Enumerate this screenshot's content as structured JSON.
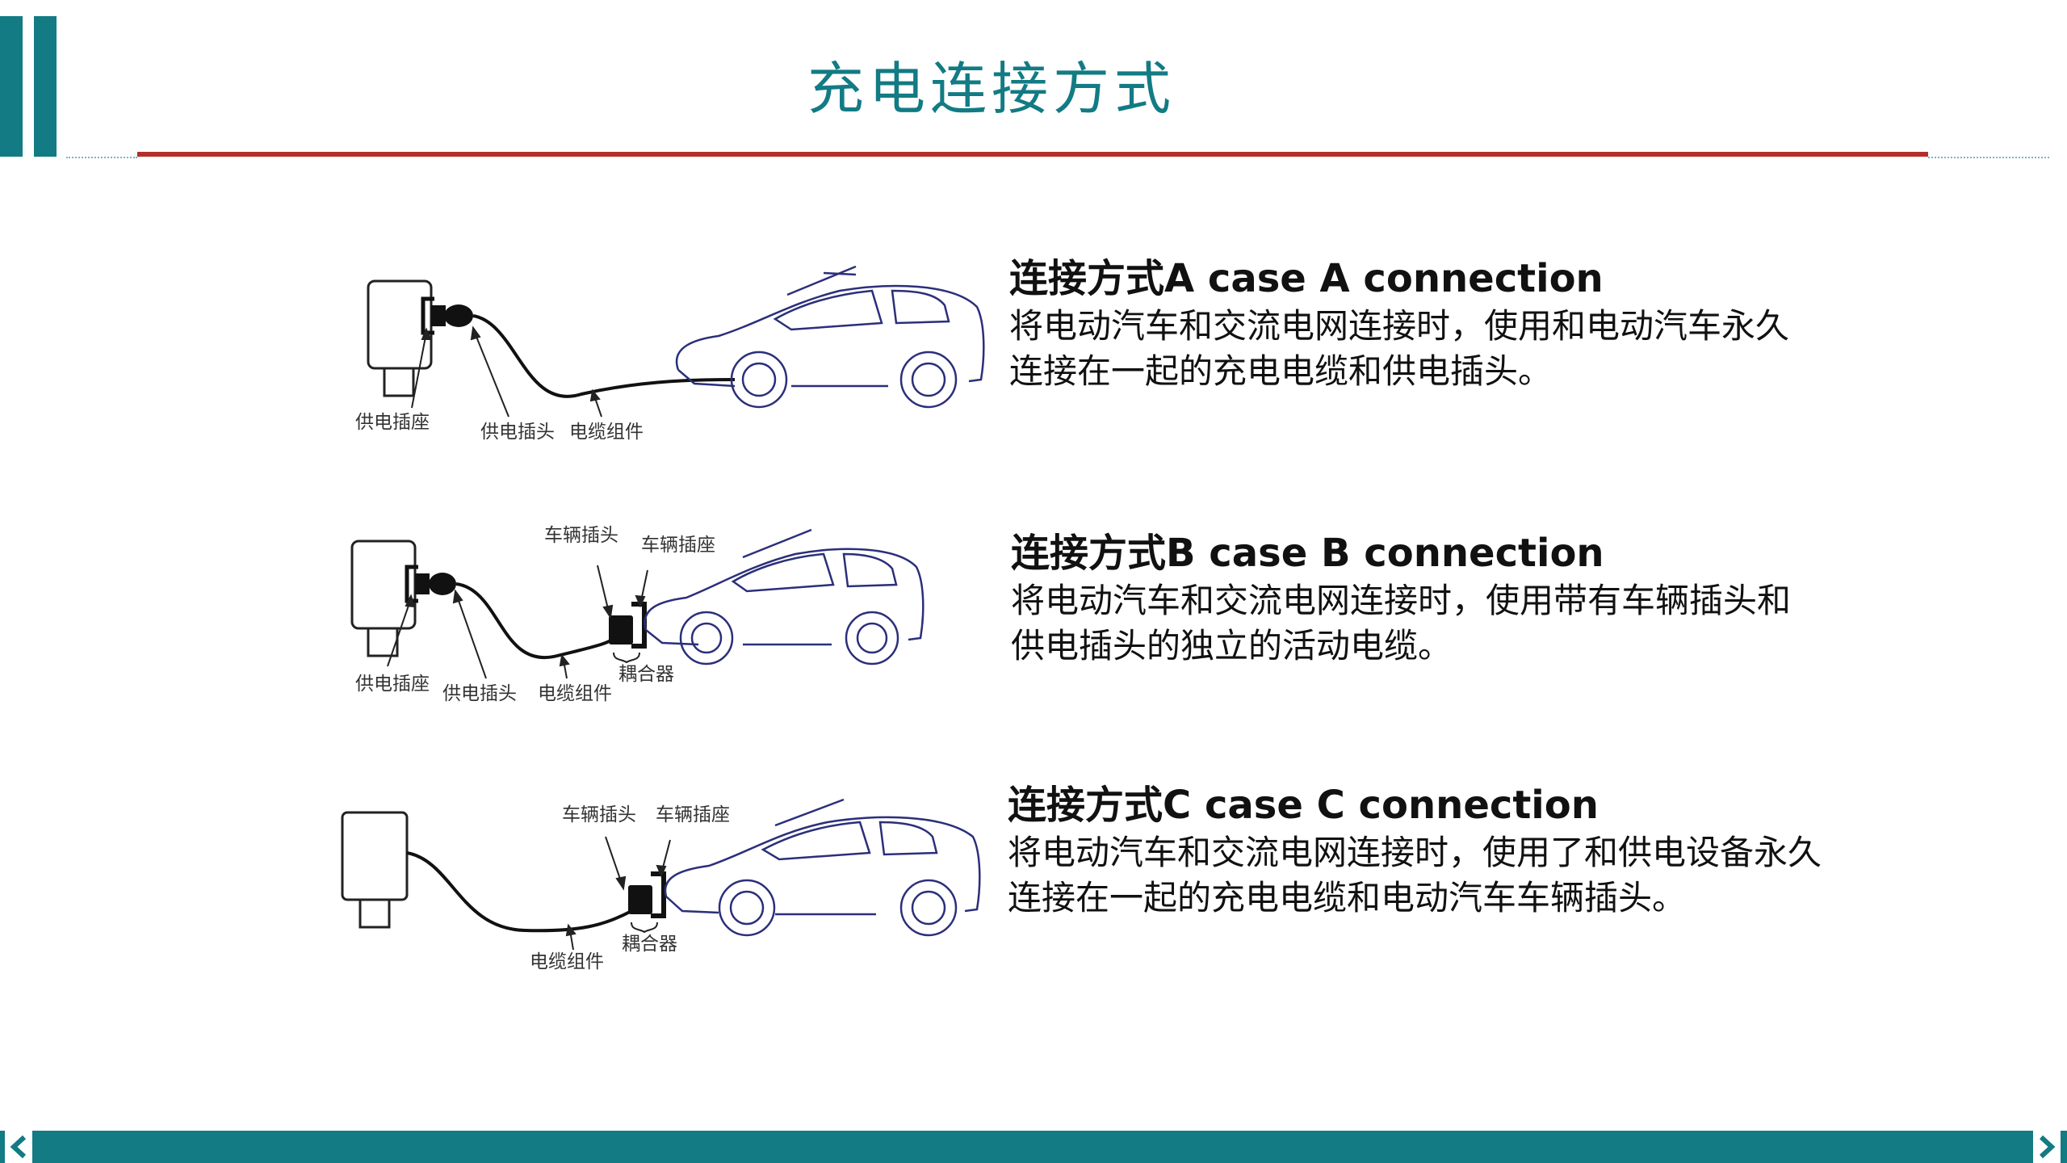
{
  "page": {
    "title": "充电连接方式"
  },
  "cases": [
    {
      "title": "连接方式A case A connection",
      "desc": "将电动汽车和交流电网连接时，使用和电动汽车永久连接在一起的充电电缆和供电插头。",
      "labels": {
        "socket": "供电插座",
        "plug": "供电插头",
        "cable": "电缆组件"
      }
    },
    {
      "title": "连接方式B case B connection",
      "desc": "将电动汽车和交流电网连接时，使用带有车辆插头和供电插头的独立的活动电缆。",
      "labels": {
        "socket": "供电插座",
        "plug": "供电插头",
        "cable": "电缆组件",
        "vehicle_plug": "车辆插头",
        "vehicle_inlet": "车辆插座",
        "coupler": "耦合器"
      }
    },
    {
      "title": "连接方式C case C connection",
      "desc": "将电动汽车和交流电网连接时，使用了和供电设备永久连接在一起的充电电缆和电动汽车车辆插头。",
      "labels": {
        "cable": "电缆组件",
        "vehicle_plug": "车辆插头",
        "vehicle_inlet": "车辆插座",
        "coupler": "耦合器"
      }
    }
  ],
  "colors": {
    "accent": "#127b84",
    "rule": "#b2302c",
    "car_outline": "#2b2f7a"
  },
  "icons": {
    "prev": "chevron-left-icon",
    "next": "chevron-right-icon"
  }
}
